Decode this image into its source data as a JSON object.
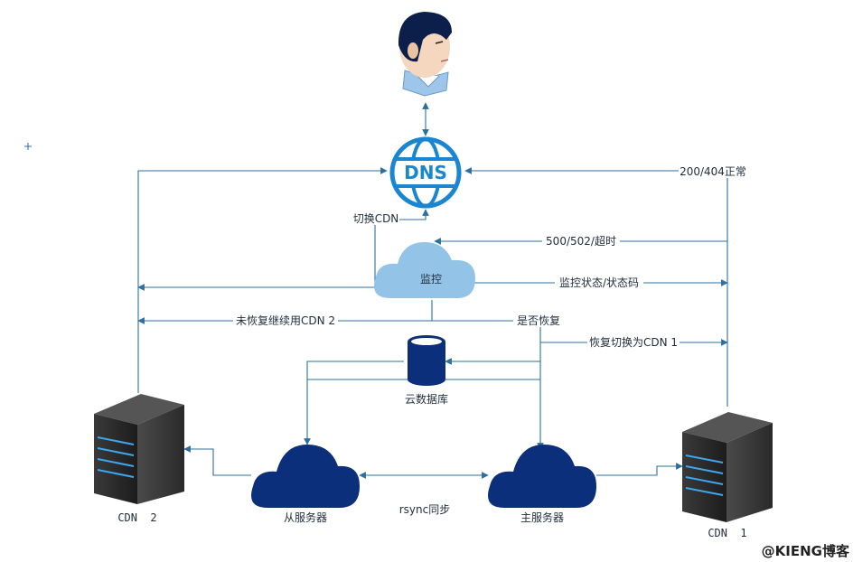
{
  "nodes": {
    "user": "",
    "dns": "DNS",
    "monitor": "监控",
    "cloud_db": "云数据库",
    "slave_server": "从服务器",
    "master_server": "主服务器",
    "cdn2": "CDN  2",
    "cdn1": "CDN  1"
  },
  "edges": {
    "switch_cdn": "切换CDN",
    "ok_200_404": "200/404正常",
    "err_500_502": "500/502/超时",
    "monitor_status": "监控状态/状态码",
    "not_recovered": "未恢复继续用CDN 2",
    "is_recovered": "是否恢复",
    "recover_switch": "恢复切换为CDN 1",
    "rsync": "rsync同步"
  },
  "watermark": "@KIENG博客",
  "colors": {
    "edge": "#2e6f9e",
    "navy_cloud": "#0b2f7a",
    "light_cloud": "#93c4e8",
    "dns_blue": "#1a86d0",
    "server_dark": "#2a2a2a",
    "server_light": "#3da8f0"
  }
}
